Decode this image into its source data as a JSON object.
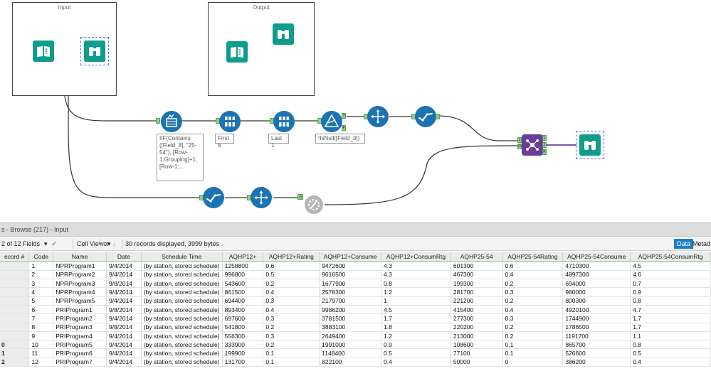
{
  "canvas": {
    "containers": [
      {
        "title": "Input"
      },
      {
        "title": "Output"
      }
    ],
    "annotations": {
      "formula": "IIF(Contains\n([Field_8], \"25-\n54\"), [Row-\n1:Grouping]+1,\n[Row-1:...",
      "sample_first": "First 6",
      "sample_last": "Last 1",
      "filter_expr": "!IsNull([Field_3])"
    },
    "anchor_labels": {
      "true": "T",
      "false": "F",
      "join_l": "L",
      "join_j": "J",
      "join_r": "R",
      "union_input": "#1"
    },
    "colors": {
      "teal": "#0e9d8c",
      "blue": "#1b73b3",
      "purple": "#6a3d9a",
      "wire": "#333333",
      "selected_wire": "#6a3d9a"
    },
    "icons": [
      "input-data-icon",
      "browse-icon",
      "multi-row-formula-icon",
      "sample-icon",
      "filter-icon",
      "select-icon",
      "dynamic-rename-icon",
      "join-icon",
      "auto-field-icon"
    ]
  },
  "results": {
    "header": "s - Browse (217) - Input",
    "fields": "2 of 12 Fields",
    "viewer": "Cell Viewer",
    "record_info": "30 records displayed, 3999 bytes",
    "data_tab": "Data",
    "metadata_tab": "Metad",
    "columns": [
      "ecord #",
      "Code",
      "Name",
      "Date",
      "Schedule Time",
      "AQHP12+",
      "AQHP12+Rating",
      "AQHP12+Consume",
      "AQHP12+ConsumRtg",
      "AQHP25-54",
      "AQHP25-54Rating",
      "AQHP25-54Consume",
      "AQHP25-54ConsumRtg"
    ],
    "rows": [
      [
        "",
        "1",
        "NPRProgram1",
        "9/4/2014",
        "(by station, stored schedule)",
        "1258800",
        "0.6",
        "9472600",
        "4.3",
        "601300",
        "0.6",
        "4710300",
        "4.5"
      ],
      [
        "",
        "2",
        "NPRProgram2",
        "9/4/2014",
        "(by station, stored schedule)",
        "996800",
        "0.5",
        "9616500",
        "4.3",
        "467300",
        "0.4",
        "4897300",
        "4.6"
      ],
      [
        "",
        "3",
        "NPRProgram3",
        "9/8/2014",
        "(by station, stored schedule)",
        "543600",
        "0.2",
        "1677900",
        "0.8",
        "199300",
        "0.2",
        "694000",
        "0.7"
      ],
      [
        "",
        "4",
        "NPRProgram4",
        "9/4/2014",
        "(by station, stored schedule)",
        "861500",
        "0.4",
        "2578300",
        "1.2",
        "281700",
        "0.3",
        "980000",
        "0.9"
      ],
      [
        "",
        "5",
        "NPRProgram5",
        "9/4/2014",
        "(by station, stored schedule)",
        "694400",
        "0.3",
        "2179700",
        "1",
        "221200",
        "0.2",
        "800300",
        "0.8"
      ],
      [
        "",
        "6",
        "PRIProgram1",
        "9/8/2014",
        "(by station, stored schedule)",
        "893400",
        "0.4",
        "9986200",
        "4.5",
        "415400",
        "0.4",
        "4920100",
        "4.7"
      ],
      [
        "",
        "7",
        "PRIProgram2",
        "9/4/2014",
        "(by station, stored schedule)",
        "697600",
        "0.3",
        "3781500",
        "1.7",
        "277300",
        "0.3",
        "1744900",
        "1.7"
      ],
      [
        "",
        "8",
        "PRIProgram3",
        "9/8/2014",
        "(by station, stored schedule)",
        "541800",
        "0.2",
        "3883100",
        "1.8",
        "220200",
        "0.2",
        "1786500",
        "1.7"
      ],
      [
        "",
        "9",
        "PRIProgram4",
        "9/4/2014",
        "(by station, stored schedule)",
        "556300",
        "0.3",
        "2649400",
        "1.2",
        "213000",
        "0.2",
        "1191700",
        "1.1"
      ],
      [
        "0",
        "10",
        "PRIProgram5",
        "9/4/2014",
        "(by station, stored schedule)",
        "333900",
        "0.2",
        "1991000",
        "0.9",
        "108600",
        "0.1",
        "865700",
        "0.8"
      ],
      [
        "1",
        "11",
        "PRIProgram6",
        "9/4/2014",
        "(by station, stored schedule)",
        "199900",
        "0.1",
        "1148400",
        "0.5",
        "77100",
        "0.1",
        "526600",
        "0.5"
      ],
      [
        "2",
        "12",
        "PRIProgram7",
        "9/4/2014",
        "(by station, stored schedule)",
        "131700",
        "0.1",
        "822100",
        "0.4",
        "50000",
        "0",
        "386200",
        "0.4"
      ]
    ]
  }
}
